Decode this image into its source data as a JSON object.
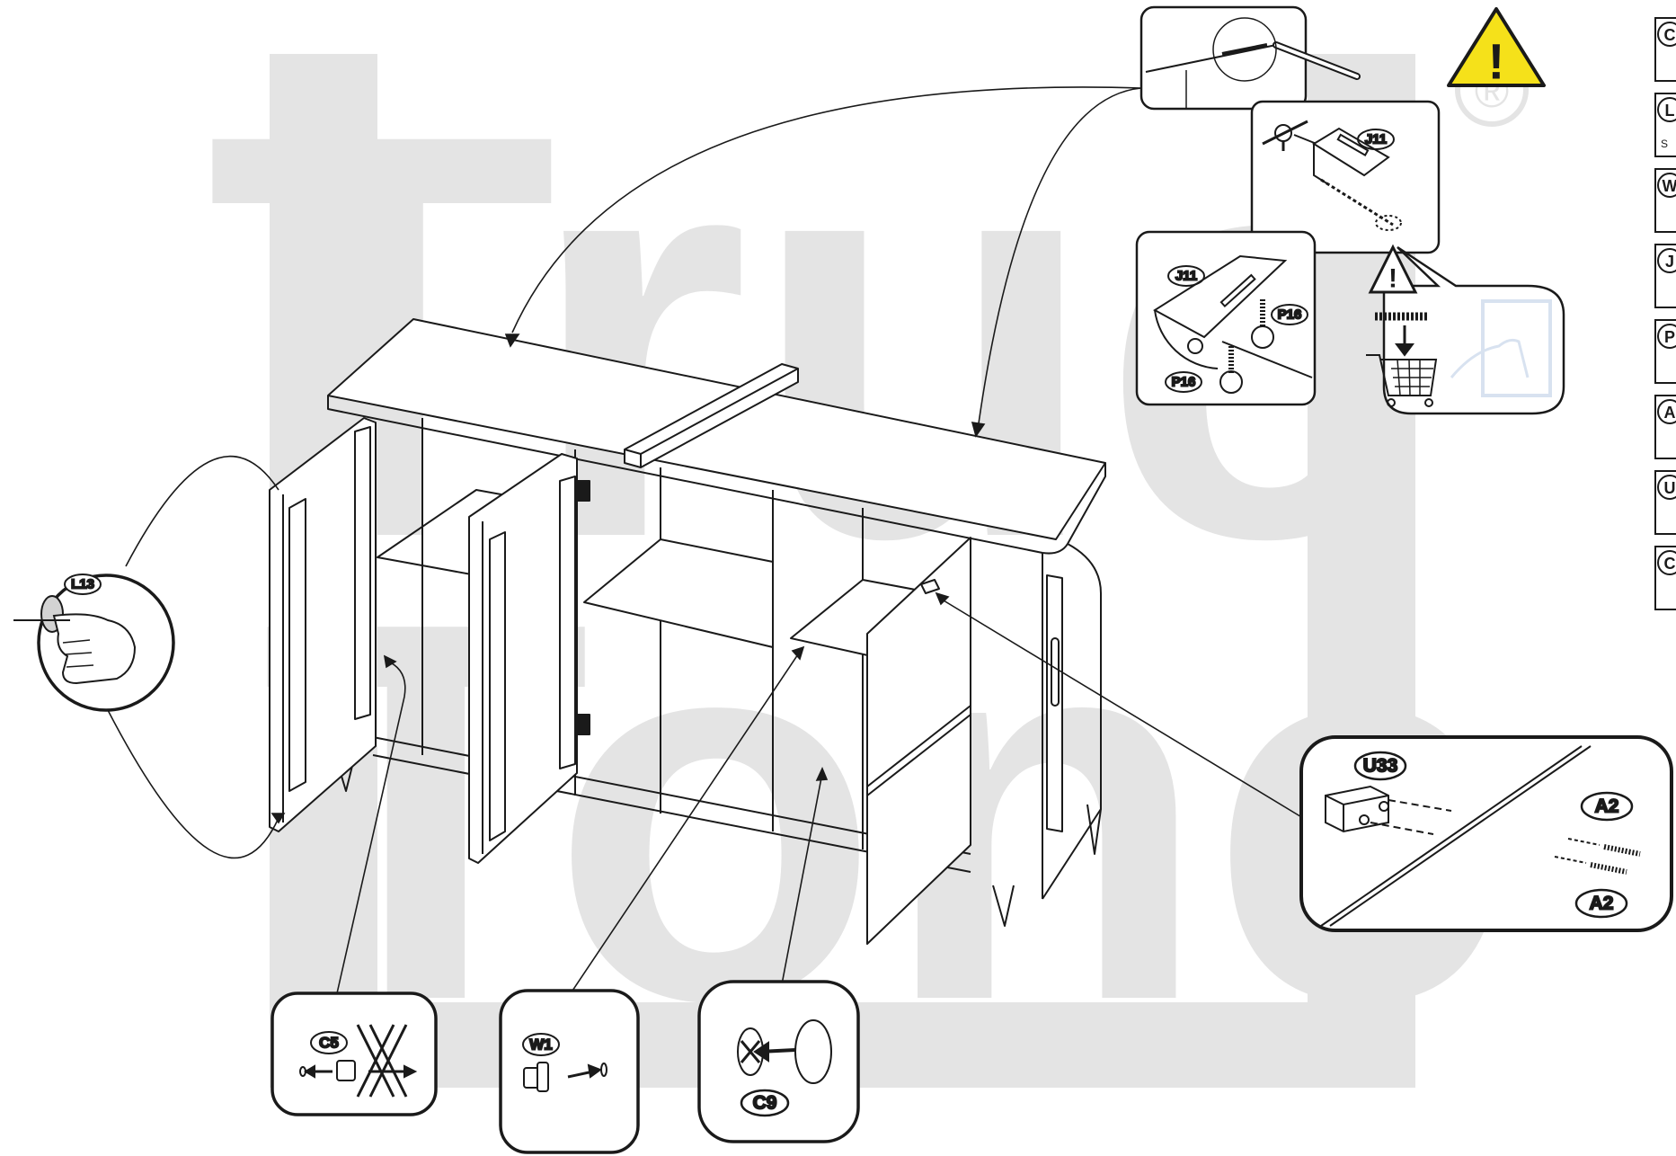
{
  "watermark": {
    "word_top": "True",
    "word_bottom": "Tone",
    "color": "#e4e4e4"
  },
  "warning_sign": {
    "symbol": "!",
    "fill": "#f5e11a",
    "stroke": "#1a1a1a"
  },
  "registered_mark": "®",
  "labels": {
    "l13": "L13",
    "j11_top": "J11",
    "j11_detail": "J11",
    "p16_right": "P16",
    "p16_bottom": "P16",
    "u33": "U33",
    "a2_top": "A2",
    "a2_bottom": "A2",
    "c5": "C5",
    "w1": "W1",
    "c9": "C9"
  },
  "parts_list_column": [
    "C",
    "L",
    "W",
    "J",
    "P",
    "A",
    "U",
    "C"
  ],
  "parts_list_small_note": "S",
  "colors": {
    "line": "#1a1a1a",
    "paper": "#ffffff",
    "watermark": "#e4e4e4",
    "warning": "#f5e11a",
    "tint": "#d8e2f0"
  }
}
